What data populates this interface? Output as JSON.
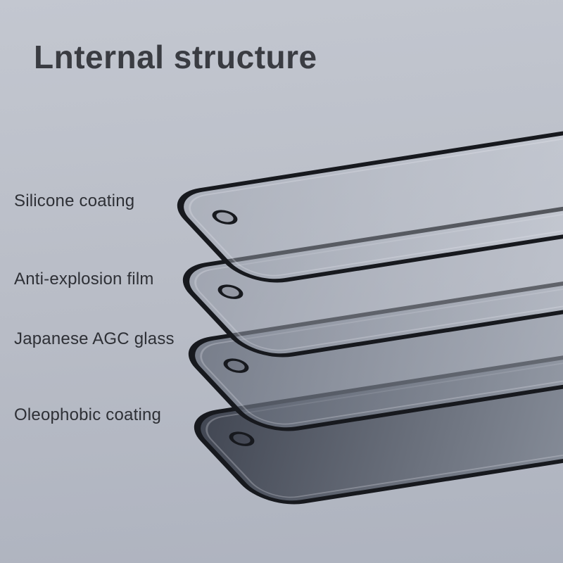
{
  "title": "Lnternal structure",
  "layers": [
    {
      "label": "Silicone coating"
    },
    {
      "label": "Anti-explosion film"
    },
    {
      "label": "Japanese AGC glass"
    },
    {
      "label": "Oleophobic coating"
    }
  ],
  "colors": {
    "background_top": "#c3c7d0",
    "background_bottom": "#aeb3bf",
    "title_text": "#3a3c42",
    "label_text": "#2e3036",
    "layer_outline": "#17191e"
  }
}
